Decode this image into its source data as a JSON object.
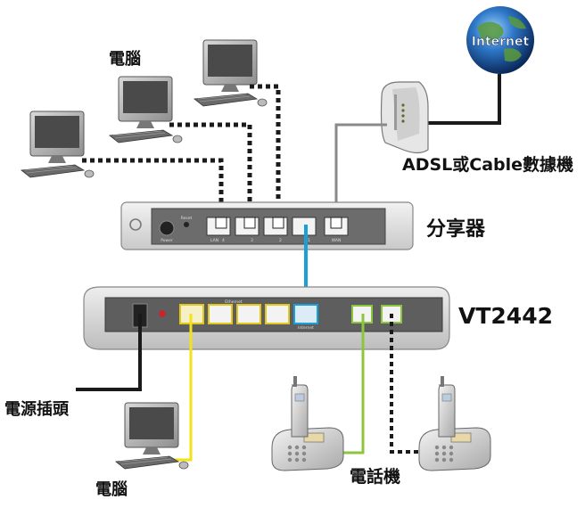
{
  "labels": {
    "computers_top": "電腦",
    "modem": "ADSL或Cable數據機",
    "router": "分享器",
    "device": "VT2442",
    "power_plug": "電源插頭",
    "computer_bottom": "電腦",
    "phones": "電話機",
    "globe": "Internet"
  },
  "router_ports": {
    "power": "Power",
    "reset": "Reset",
    "lan": "LAN",
    "port4": "4",
    "port3": "3",
    "port2": "2",
    "port1": "1",
    "wan": "WAN"
  },
  "device_ports": {
    "ethernet": "Ethernet",
    "internet": "Internet"
  },
  "colors": {
    "blue_cable": "#1aa0d8",
    "yellow_cable": "#f2e21a",
    "green_cable": "#8cc63e",
    "dark_cable": "#1a1a1a",
    "gray_cable": "#8a8a8a"
  }
}
